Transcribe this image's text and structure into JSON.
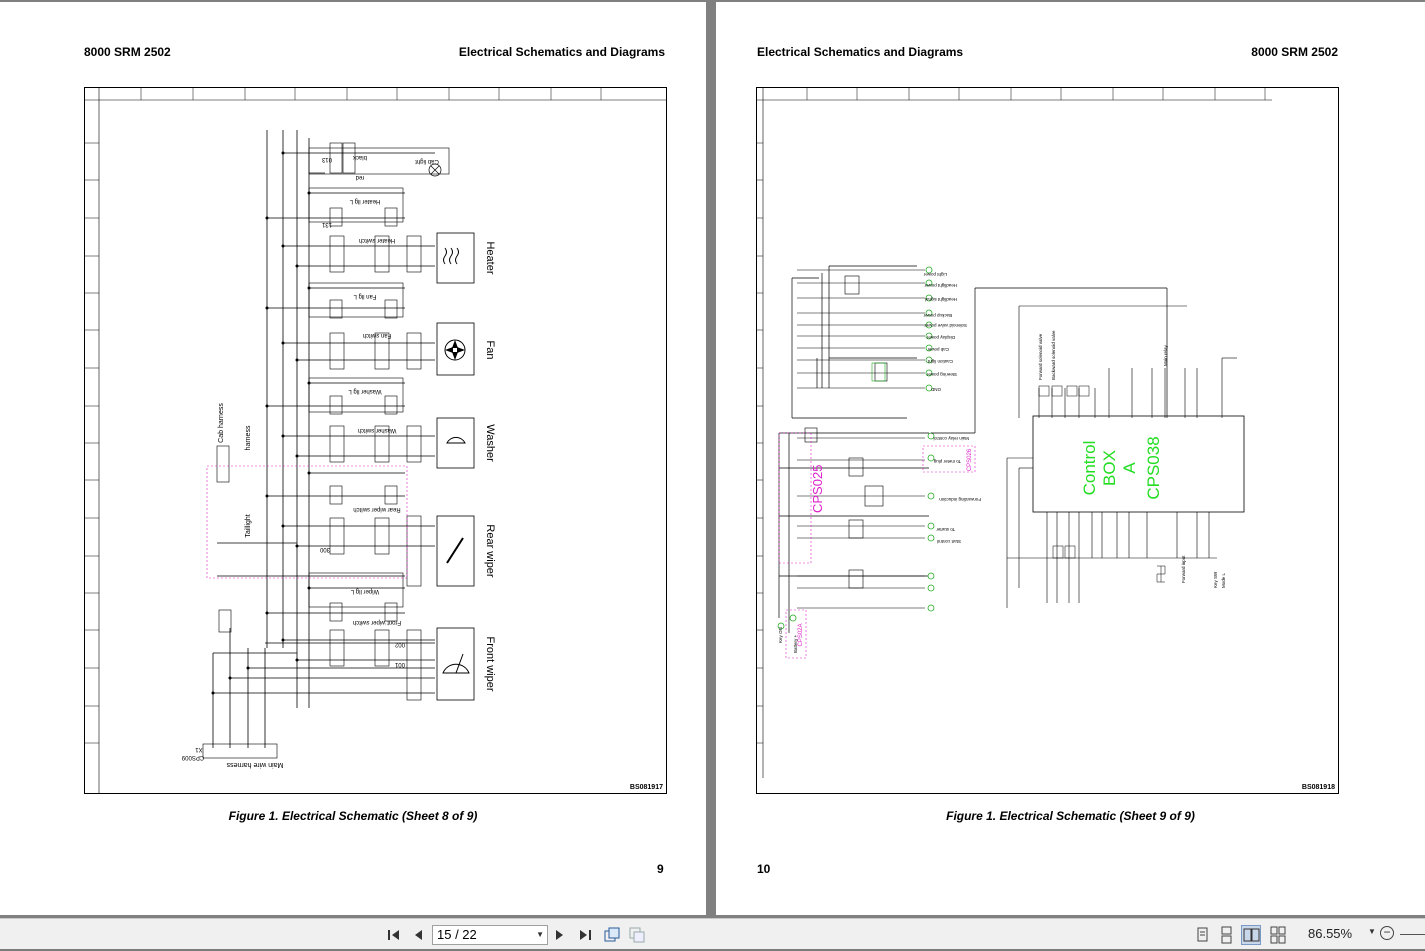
{
  "left_page": {
    "header_left": "8000 SRM 2502",
    "header_right": "Electrical Schematics and Diagrams",
    "drawing_code": "BS081917",
    "caption": "Figure 1. Electrical Schematic (Sheet 8 of 9)",
    "page_number": "9",
    "loads": [
      "Heater",
      "Fan",
      "Washer",
      "Rear wiper",
      "Front wiper"
    ],
    "harness_labels": [
      "Cab harness",
      "harness",
      "Taillight",
      "Main wire harness"
    ],
    "connector_labels": [
      "CPS009",
      "X1"
    ],
    "switch_labels": [
      "Heater switch",
      "Fan switch",
      "Washer switch",
      "Rear wiper switch",
      "Front wiper switch"
    ],
    "indicator_labels": [
      "Heater llg L",
      "Fan llg L",
      "Washer llg L",
      "Wiper llg L"
    ],
    "wire_labels": [
      "013",
      "131",
      "300",
      "002",
      "001",
      "red",
      "black",
      "Cab light"
    ]
  },
  "right_page": {
    "header_left": "Electrical Schematics and Diagrams",
    "header_right": "8000 SRM 2502",
    "drawing_code": "BS081918",
    "caption": "Figure 1. Electrical Schematic (Sheet 9 of 9)",
    "page_number": "10",
    "control_box": [
      "Control",
      "BOX",
      "A",
      "CPS038"
    ],
    "connector_cps025": "CPS025",
    "pink_labels": [
      "CPS026",
      "CPS02A"
    ],
    "signal_labels": [
      "Light power",
      "Headlight power",
      "Headlight signal",
      "Backup power",
      "Solenoid valve power",
      "Display power",
      "Cab power",
      "Caution light",
      "Steering power",
      "GND",
      "Main relay control",
      "To meter plug",
      "Forwarding induction",
      "To starter",
      "Start control",
      "Key ON",
      "Battery +"
    ],
    "input_labels": [
      "Forward solenoid valve",
      "Backward solenoid valve",
      "Main relay",
      "Forward input",
      "Key SW",
      "Mode L"
    ]
  },
  "toolbar": {
    "page_indicator": "15 / 22",
    "zoom_level": "86.55%"
  },
  "colors": {
    "accent_green": "#22dd22",
    "accent_pink": "#dd22cc"
  }
}
